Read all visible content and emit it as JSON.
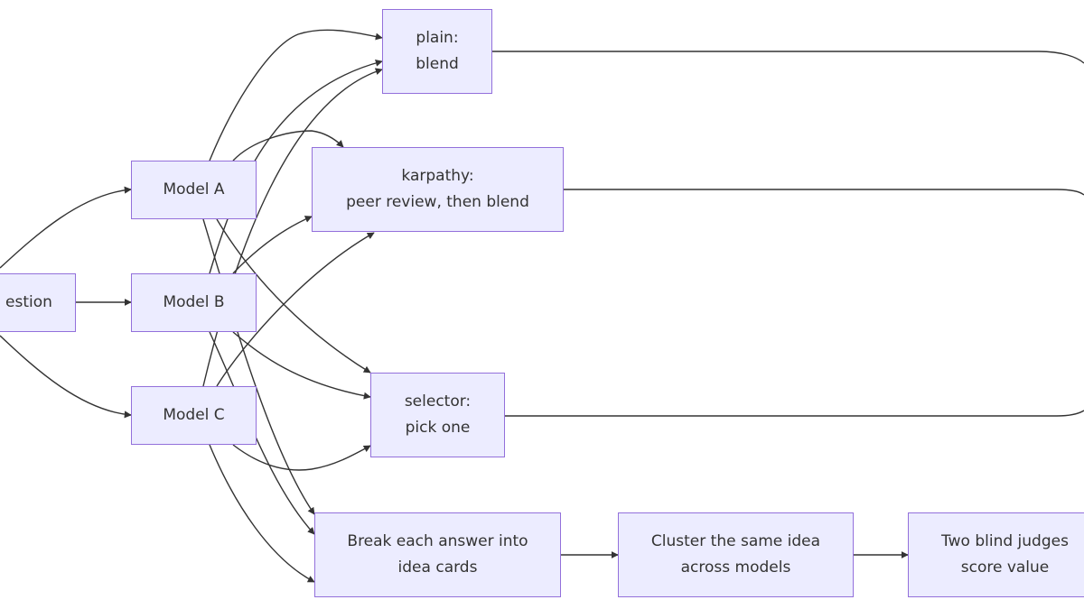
{
  "nodes": {
    "question": {
      "line1": "estion"
    },
    "model_a": {
      "line1": "Model A"
    },
    "model_b": {
      "line1": "Model B"
    },
    "model_c": {
      "line1": "Model C"
    },
    "plain": {
      "line1": "plain:",
      "line2": "blend"
    },
    "karpathy": {
      "line1": "karpathy:",
      "line2": "peer review, then blend"
    },
    "selector": {
      "line1": "selector:",
      "line2": "pick one"
    },
    "break_cards": {
      "line1": "Break each answer into",
      "line2": "idea cards"
    },
    "cluster": {
      "line1": "Cluster the same idea",
      "line2": "across models"
    },
    "judges": {
      "line1": "Two blind judges",
      "line2": "score value"
    }
  },
  "colors": {
    "node_fill": "#ececff",
    "node_border": "#9370db",
    "edge": "#333333",
    "text": "#333333"
  }
}
